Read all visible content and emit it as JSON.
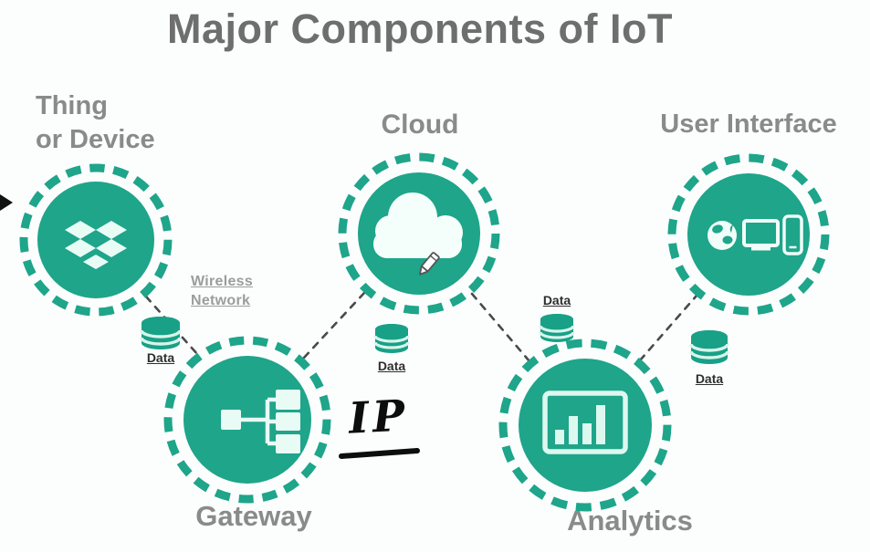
{
  "title": {
    "text": "Major Components of IoT"
  },
  "nodes": {
    "thing": {
      "label_line1": "Thing",
      "label_line2": "or Device",
      "icon": "box-device-icon"
    },
    "gateway": {
      "label": "Gateway",
      "icon": "network-hub-icon"
    },
    "cloud": {
      "label": "Cloud",
      "icon": "cloud-icon"
    },
    "analytics": {
      "label": "Analytics",
      "icon": "bar-chart-icon"
    },
    "user_interface": {
      "label": "User Interface",
      "icon": "globe-monitor-phone-icons"
    }
  },
  "edge_labels": {
    "wireless_line1": "Wireless",
    "wireless_line2": "Network",
    "data_thing_gateway": "Data",
    "data_cloud": "Data",
    "data_analytics_left": "Data",
    "data_analytics_right": "Data"
  },
  "annotations": {
    "ip_note": "IP"
  },
  "colors": {
    "teal": "#1EA58A",
    "cylinder_teal": "#18A187",
    "icon_mint": "#E9FBF5",
    "title_gray": "#6E6E6E",
    "label_gray": "#8A8A8A",
    "wireless_gray": "#9C9C9C",
    "data_text": "#2E2E2E",
    "connector_gray": "#4A4A4A",
    "annotation_black": "#0D0D0D"
  }
}
